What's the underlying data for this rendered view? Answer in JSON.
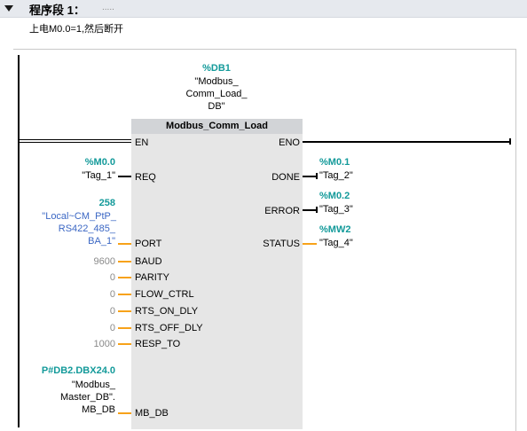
{
  "segment": {
    "title": "程序段 1：",
    "comment": ".....",
    "description": "上电M0.0=1,然后断开"
  },
  "block": {
    "db_address": "%DB1",
    "db_name_lines": [
      "\"Modbus_",
      "Comm_Load_",
      "DB\""
    ],
    "type_name": "Modbus_Comm_Load",
    "en": "EN",
    "eno": "ENO"
  },
  "inputs": {
    "req": {
      "pin": "REQ",
      "address": "%M0.0",
      "tag": "\"Tag_1\""
    },
    "port": {
      "pin": "PORT",
      "value": "258",
      "name_lines": [
        "\"Local~CM_PtP_",
        "RS422_485_",
        "BA_1\""
      ]
    },
    "baud": {
      "pin": "BAUD",
      "value": "9600"
    },
    "parity": {
      "pin": "PARITY",
      "value": "0"
    },
    "flow_ctrl": {
      "pin": "FLOW_CTRL",
      "value": "0"
    },
    "rts_on_dly": {
      "pin": "RTS_ON_DLY",
      "value": "0"
    },
    "rts_off_dly": {
      "pin": "RTS_OFF_DLY",
      "value": "0"
    },
    "resp_to": {
      "pin": "RESP_TO",
      "value": "1000"
    },
    "mb_db": {
      "pin": "MB_DB",
      "address": "P#DB2.DBX24.0",
      "name_lines": [
        "\"Modbus_",
        "Master_DB\".",
        "MB_DB"
      ]
    }
  },
  "outputs": {
    "done": {
      "pin": "DONE",
      "address": "%M0.1",
      "tag": "\"Tag_2\""
    },
    "error": {
      "pin": "ERROR",
      "address": "%M0.2",
      "tag": "\"Tag_3\""
    },
    "status": {
      "pin": "STATUS",
      "address": "%MW2",
      "tag": "\"Tag_4\""
    }
  },
  "colors": {
    "header_bg": "#e6e9ee",
    "block_bg": "#e6e6e6",
    "block_title_bg": "#d2d4d7",
    "operand_teal": "#139a9a",
    "constant_blue": "#3b67c4",
    "wire_orange": "#f7a21a"
  }
}
